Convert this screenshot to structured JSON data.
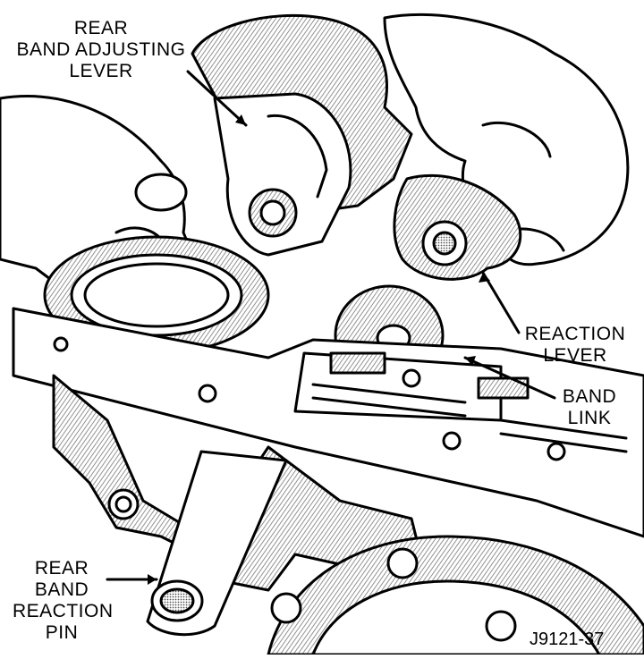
{
  "labels": {
    "rear_band_adjusting_lever": [
      "REAR",
      "BAND ADJUSTING",
      "LEVER"
    ],
    "reaction_lever": [
      "REACTION",
      "LEVER"
    ],
    "band_link": [
      "BAND",
      "LINK"
    ],
    "rear_band_reaction_pin": [
      "REAR",
      "BAND",
      "REACTION",
      "PIN"
    ]
  },
  "figure_id": "J9121-37",
  "colors": {
    "ink": "#000000",
    "paper": "#ffffff",
    "hatch": "#9a9a9a"
  }
}
